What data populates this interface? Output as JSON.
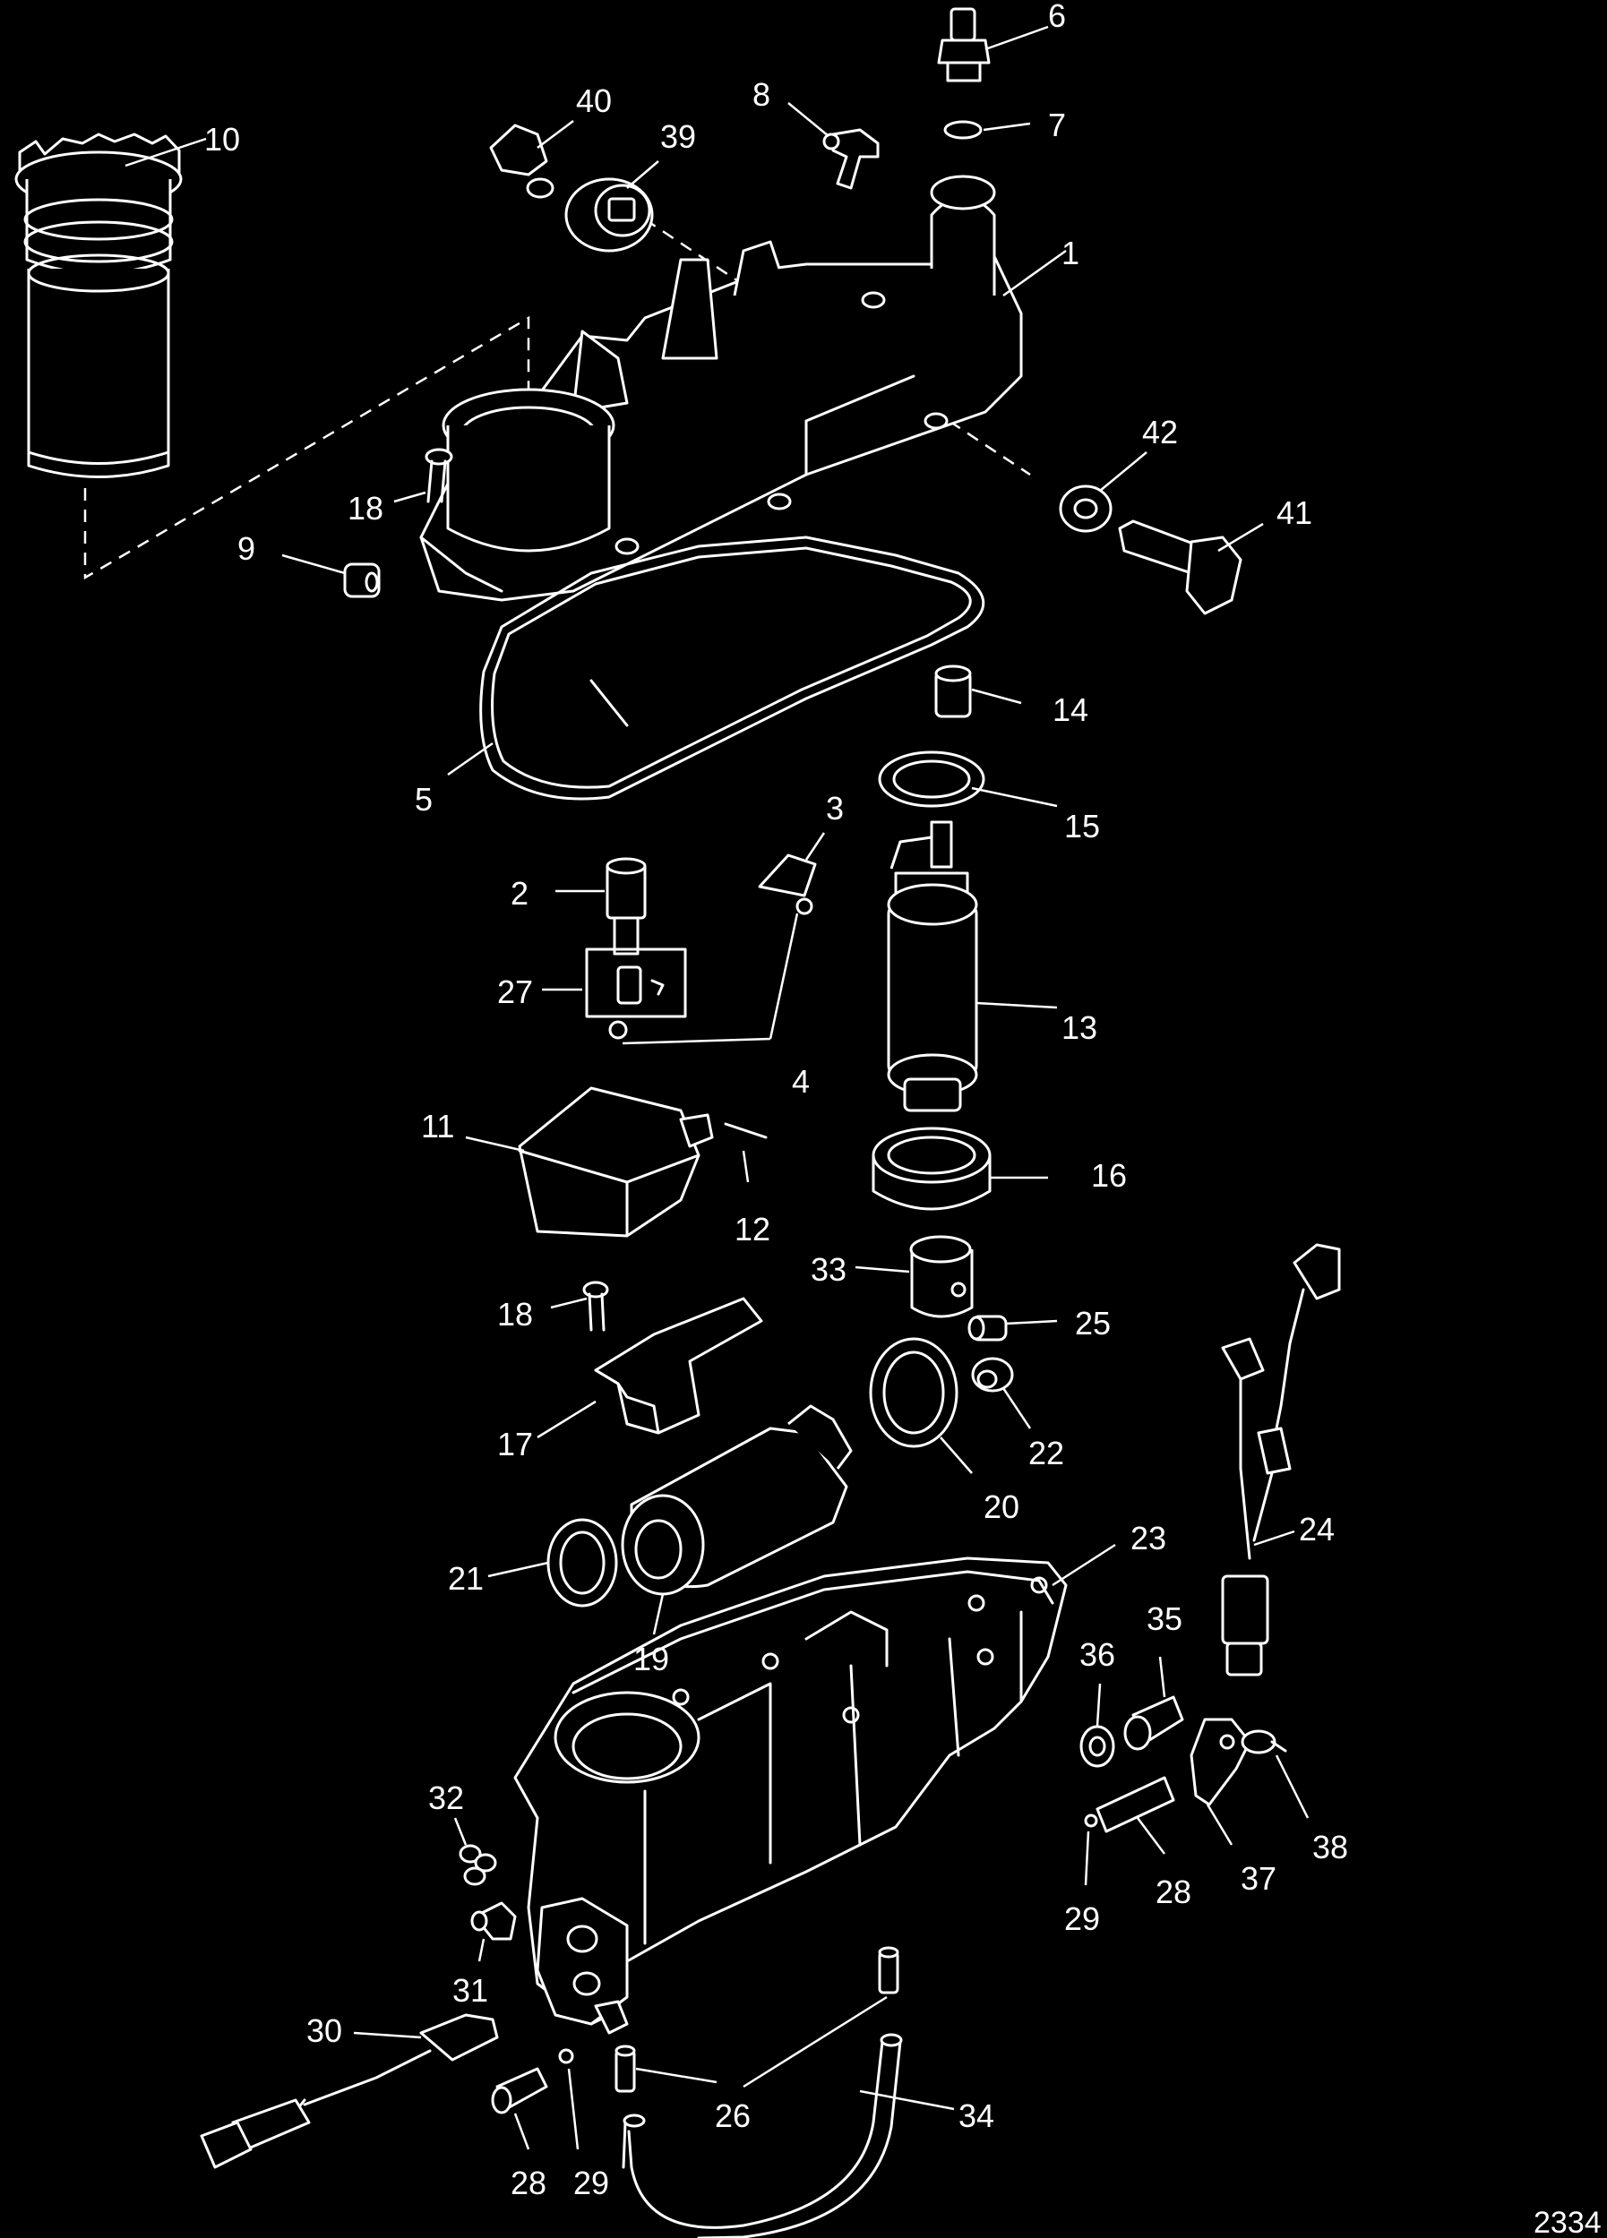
{
  "diagram": {
    "part_labels": [
      "1",
      "2",
      "3",
      "4",
      "5",
      "6",
      "7",
      "8",
      "9",
      "10",
      "11",
      "12",
      "13",
      "14",
      "15",
      "16",
      "17",
      "18",
      "18",
      "19",
      "20",
      "21",
      "22",
      "23",
      "24",
      "25",
      "26",
      "27",
      "28",
      "28",
      "29",
      "29",
      "30",
      "31",
      "32",
      "33",
      "34",
      "35",
      "36",
      "37",
      "38",
      "39",
      "40",
      "41",
      "42"
    ],
    "figure_code": "2334"
  }
}
